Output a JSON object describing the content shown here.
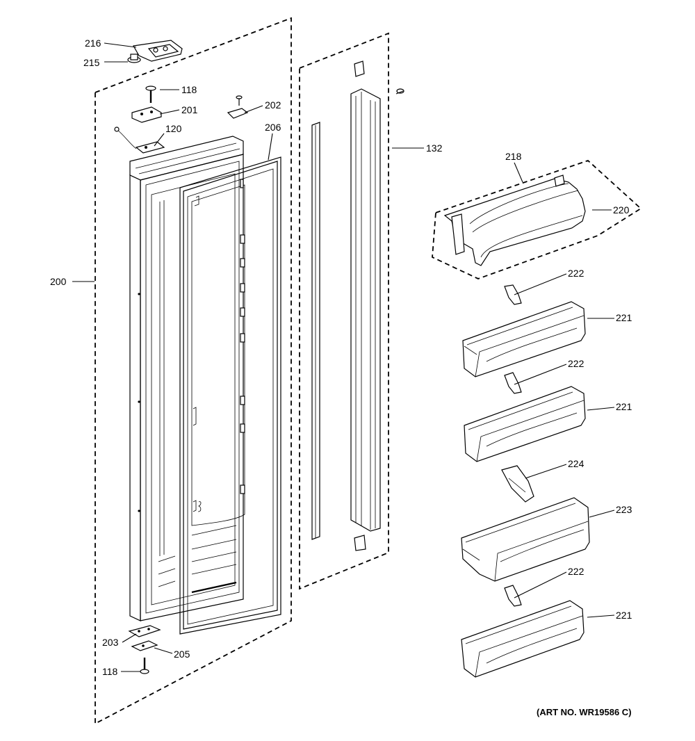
{
  "callouts": {
    "c216": "216",
    "c215": "215",
    "c118_top": "118",
    "c201": "201",
    "c202": "202",
    "c120": "120",
    "c206": "206",
    "c132": "132",
    "c200": "200",
    "c218": "218",
    "c220": "220",
    "c222_a": "222",
    "c221_a": "221",
    "c222_b": "222",
    "c221_b": "221",
    "c224": "224",
    "c223": "223",
    "c222_c": "222",
    "c221_c": "221",
    "c203": "203",
    "c205": "205",
    "c118_bottom": "118"
  },
  "art_number": "(ART NO. WR19586 C)"
}
